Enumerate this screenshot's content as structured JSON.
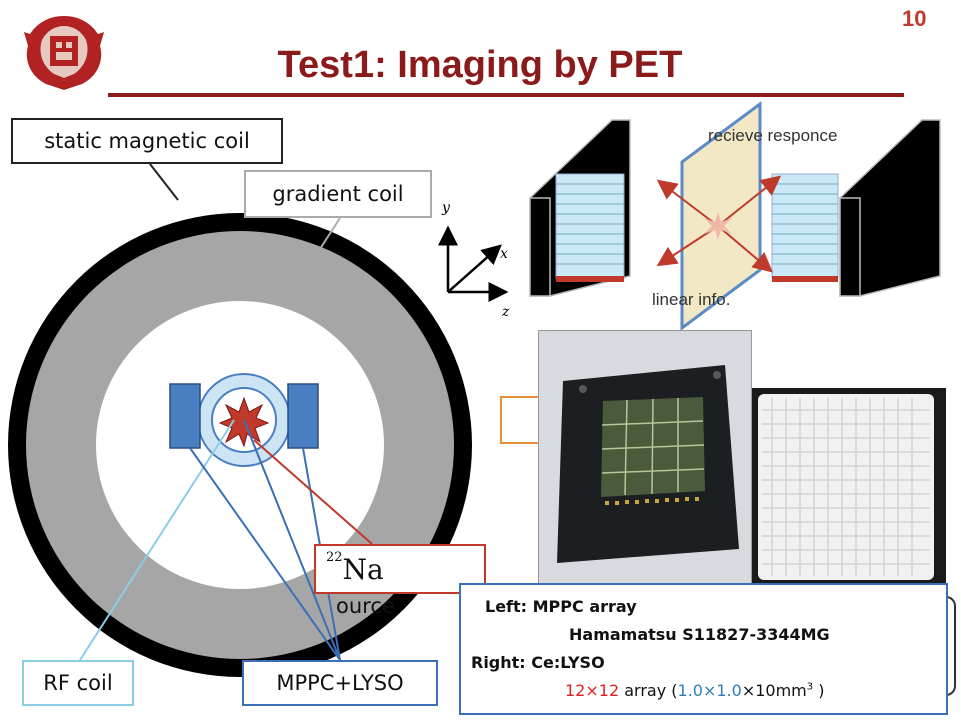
{
  "slide": {
    "number": "10",
    "title": "Test1: Imaging by PET"
  },
  "labels": {
    "static_coil": "static magnetic coil",
    "gradient_coil": "gradient coil",
    "rf_coil": "RF coil",
    "mppc_lyso": "MPPC+LYSO",
    "source_sup": "22",
    "source_element": "Na",
    "source_tail": "ource"
  },
  "diagram": {
    "axis_y": "y",
    "axis_x": "x",
    "axis_z": "z",
    "responce": "recieve responce",
    "linear": "linear info."
  },
  "caption": {
    "left": "Left: MPPC array",
    "hamamatsu": "Hamamatsu S11827-3344MG",
    "right": "Right: Ce:LYSO",
    "array_count": "12×12",
    "array_word": "array",
    "paren_open": "(",
    "dim_a": "1.0×1.0",
    "dim_b": "×10mm",
    "dim_sup": "3",
    "paren_close": ")"
  },
  "colors": {
    "title": "#8b1a1a",
    "accent_red": "#c0392b",
    "coil_black": "#000000",
    "coil_gray": "#a6a6a6",
    "rf_blue": "#cde4f4",
    "detector_blue": "#4a7fc1"
  }
}
